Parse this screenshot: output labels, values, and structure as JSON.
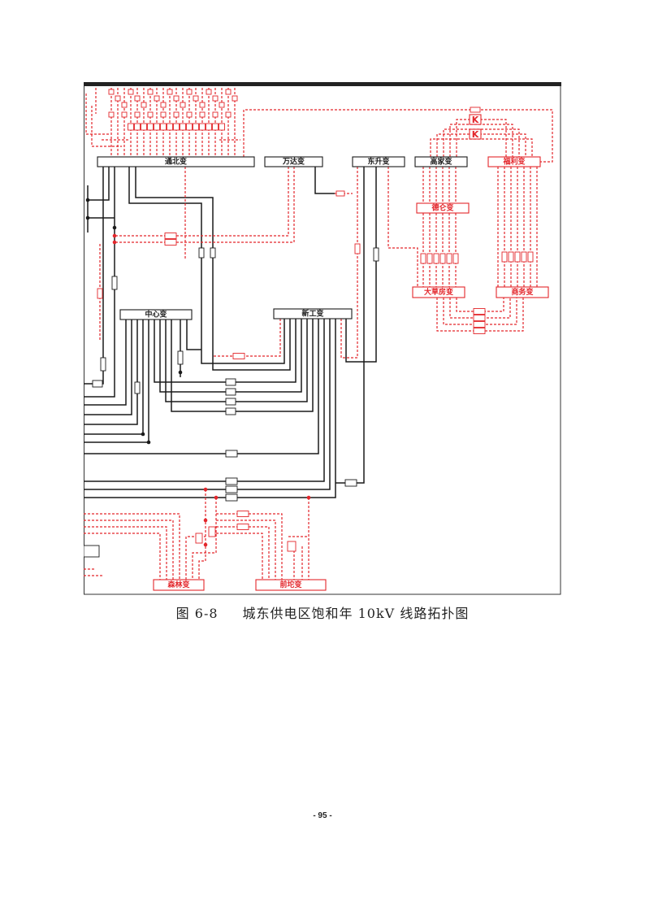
{
  "figure": {
    "number": "图 6-8",
    "title": "城东供电区饱和年 10kV 线路拓扑图",
    "colors": {
      "black_line": "#1a1a1a",
      "red_line": "#e3262b",
      "frame": "#333333"
    },
    "substations": [
      {
        "name": "通北变",
        "color": "#1a1a1a"
      },
      {
        "name": "万达变",
        "color": "#1a1a1a"
      },
      {
        "name": "东升变",
        "color": "#1a1a1a"
      },
      {
        "name": "高家变",
        "color": "#1a1a1a"
      },
      {
        "name": "福利变",
        "color": "#e3262b"
      },
      {
        "name": "德仑变",
        "color": "#e3262b"
      },
      {
        "name": "大草房变",
        "color": "#e3262b"
      },
      {
        "name": "商务变",
        "color": "#e3262b"
      },
      {
        "name": "中心变",
        "color": "#1a1a1a"
      },
      {
        "name": "新工变",
        "color": "#1a1a1a"
      },
      {
        "name": "森林变",
        "color": "#e3262b"
      },
      {
        "name": "前坨变",
        "color": "#e3262b"
      }
    ],
    "switch_labels": [
      "K",
      "K"
    ]
  },
  "page": {
    "number": "- 95 -"
  }
}
